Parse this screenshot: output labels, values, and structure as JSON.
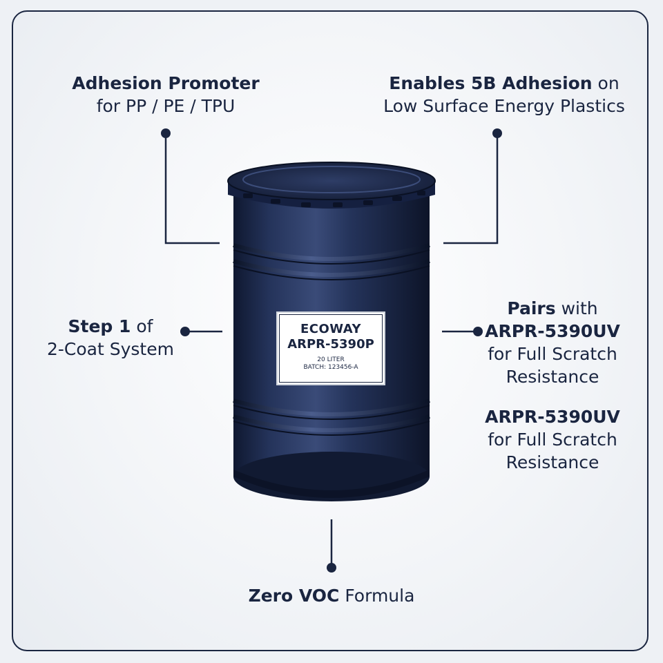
{
  "callouts": {
    "top_left": {
      "bold": "Adhesion Promoter",
      "line2": "for PP / PE / TPU"
    },
    "top_right": {
      "bold": "Enables 5B Adhesion",
      "tail": " on",
      "line2": "Low Surface Energy Plastics"
    },
    "mid_left": {
      "bold": "Step 1",
      "tail": " of",
      "line2": "2-Coat System"
    },
    "mid_right": {
      "bold": "Pairs",
      "tail": " with",
      "line2": "ARPR-5390UV",
      "line3": "for Full Scratch",
      "line4": "Resistance"
    },
    "mid_right_repeat": {
      "line1": "ARPR-5390UV",
      "line2": "for Full Scratch",
      "line3": "Resistance"
    },
    "bottom": {
      "bold": "Zero VOC",
      "tail": " Formula"
    }
  },
  "drum_label": {
    "brand": "ECOWAY",
    "model": "ARPR-5390P",
    "volume": "20 LITER",
    "batch": "BATCH: 123456-A"
  },
  "colors": {
    "navy": "#1a2540",
    "drum": "#1e2a4a",
    "background": "#eef1f5"
  }
}
